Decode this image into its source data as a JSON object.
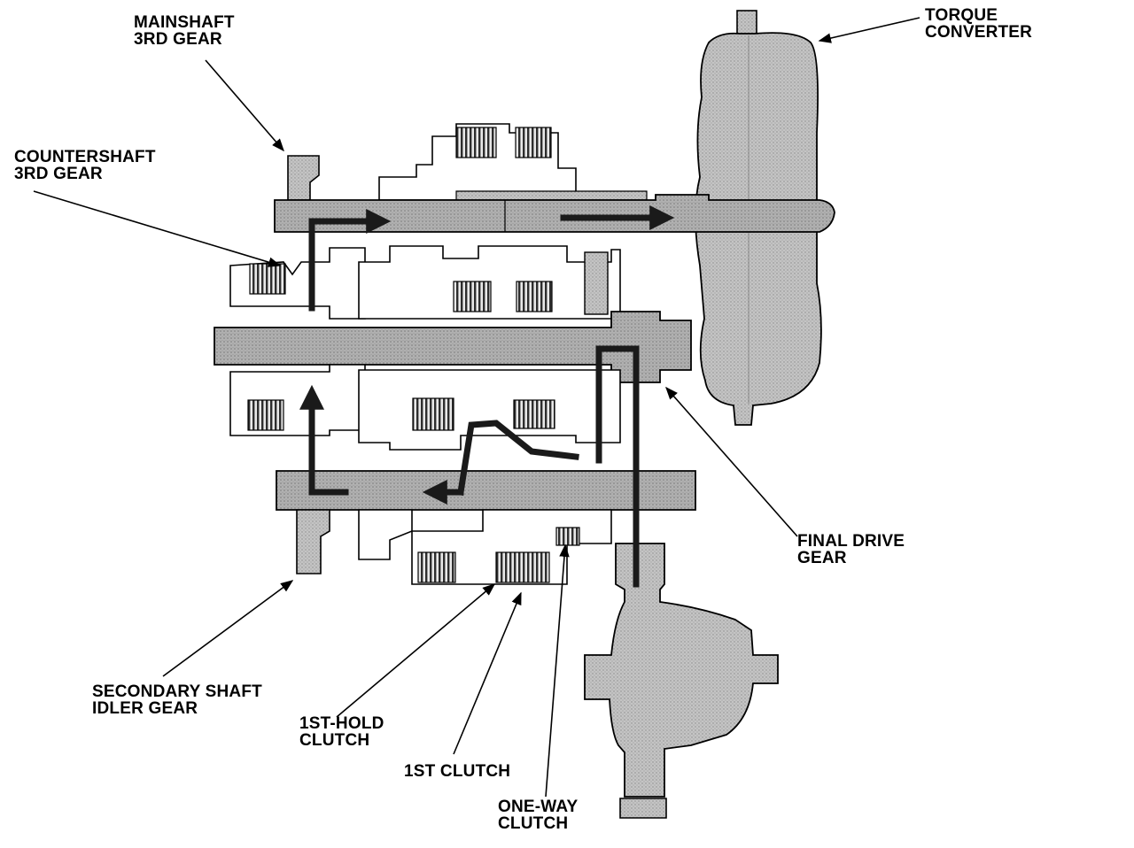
{
  "diagram": {
    "labels": {
      "mainshaft_3rd_gear": [
        "MAINSHAFT",
        "3RD GEAR"
      ],
      "torque_converter": [
        "TORQUE",
        "CONVERTER"
      ],
      "countershaft_3rd_gear": [
        "COUNTERSHAFT",
        "3RD GEAR"
      ],
      "final_drive_gear": [
        "FINAL DRIVE",
        "GEAR"
      ],
      "secondary_shaft_idler_gear": [
        "SECONDARY SHAFT",
        "IDLER GEAR"
      ],
      "first_hold_clutch": [
        "1ST-HOLD",
        "CLUTCH"
      ],
      "first_clutch": [
        "1ST CLUTCH"
      ],
      "one_way_clutch": [
        "ONE-WAY",
        "CLUTCH"
      ]
    },
    "colors": {
      "ink": "#000000",
      "housing_fill": "#b9b9b9",
      "shaft_fill": "#a8a8a8",
      "clutch_pack": "#3a3a3a",
      "power_flow": "#1a1a1a",
      "background": "#ffffff"
    }
  }
}
